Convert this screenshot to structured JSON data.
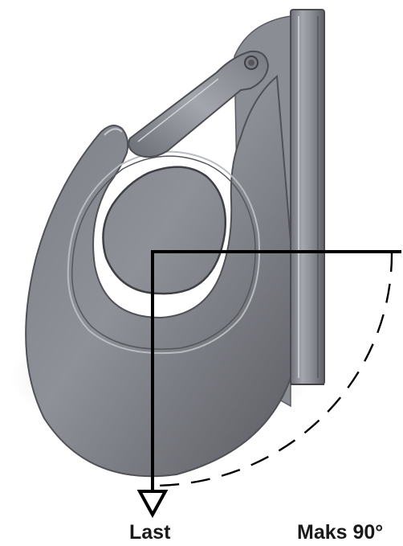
{
  "labels": {
    "load": "Last",
    "max_angle": "Maks 90°"
  },
  "colors": {
    "metal_light": "#9b9ea4",
    "metal_mid": "#7d8087",
    "metal_dark": "#4f5157",
    "edge_highlight": "#c8cace",
    "line": "#000000"
  },
  "icons": {
    "hook": "safety-hook-illustration",
    "arrow": "down-arrow-icon"
  }
}
